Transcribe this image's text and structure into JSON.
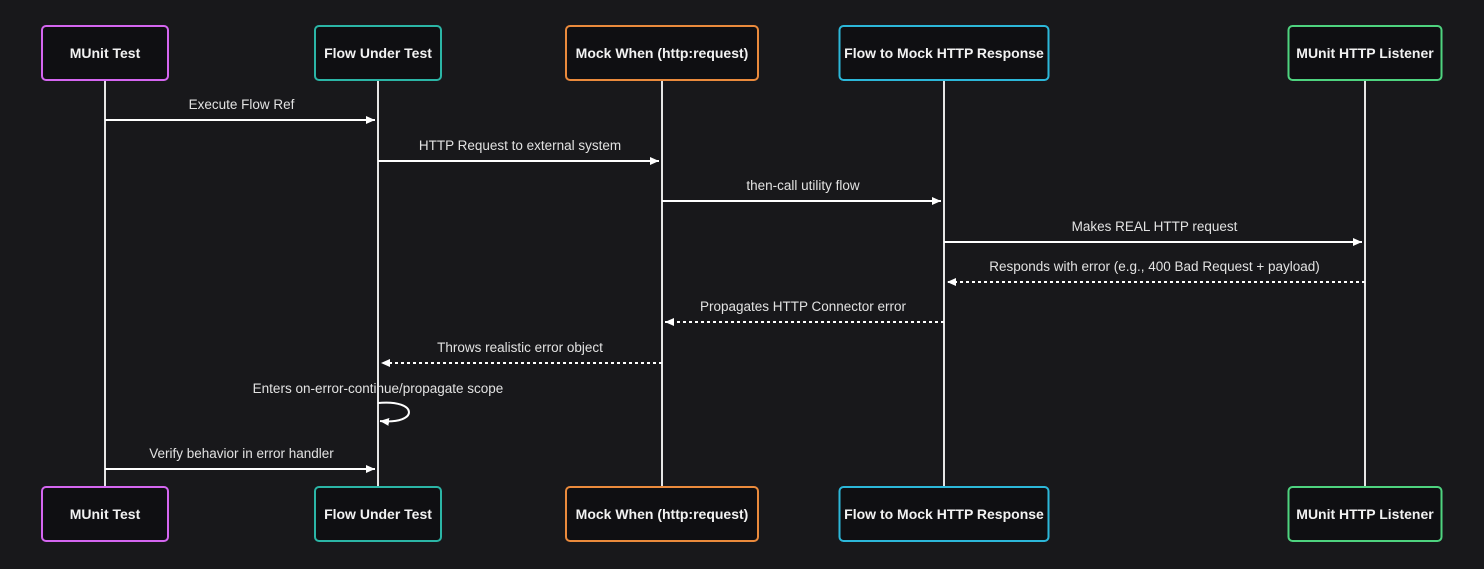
{
  "diagram": {
    "type": "sequence",
    "participants": [
      {
        "id": "munit_test",
        "label": "MUnit Test",
        "color": "#d466f0"
      },
      {
        "id": "flow_under_test",
        "label": "Flow Under Test",
        "color": "#2bb5a6"
      },
      {
        "id": "mock_when",
        "label": "Mock When (http:request)",
        "color": "#ea8a3c"
      },
      {
        "id": "flow_mock_http",
        "label": "Flow to Mock HTTP Response",
        "color": "#2cb7d9"
      },
      {
        "id": "munit_http_listener",
        "label": "MUnit HTTP Listener",
        "color": "#4ed37f"
      }
    ],
    "messages": [
      {
        "from": "munit_test",
        "to": "flow_under_test",
        "label": "Execute Flow Ref",
        "style": "solid"
      },
      {
        "from": "flow_under_test",
        "to": "mock_when",
        "label": "HTTP Request to external system",
        "style": "solid"
      },
      {
        "from": "mock_when",
        "to": "flow_mock_http",
        "label": "then-call utility flow",
        "style": "solid"
      },
      {
        "from": "flow_mock_http",
        "to": "munit_http_listener",
        "label": "Makes REAL HTTP request",
        "style": "solid"
      },
      {
        "from": "munit_http_listener",
        "to": "flow_mock_http",
        "label": "Responds with error (e.g., 400 Bad Request + payload)",
        "style": "dashed"
      },
      {
        "from": "flow_mock_http",
        "to": "mock_when",
        "label": "Propagates HTTP Connector error",
        "style": "dashed"
      },
      {
        "from": "mock_when",
        "to": "flow_under_test",
        "label": "Throws realistic error object",
        "style": "dashed"
      },
      {
        "from": "flow_under_test",
        "to": "flow_under_test",
        "label": "Enters on-error-continue/propagate scope",
        "style": "self"
      },
      {
        "from": "munit_test",
        "to": "flow_under_test",
        "label": "Verify behavior in error handler",
        "style": "solid"
      }
    ]
  }
}
